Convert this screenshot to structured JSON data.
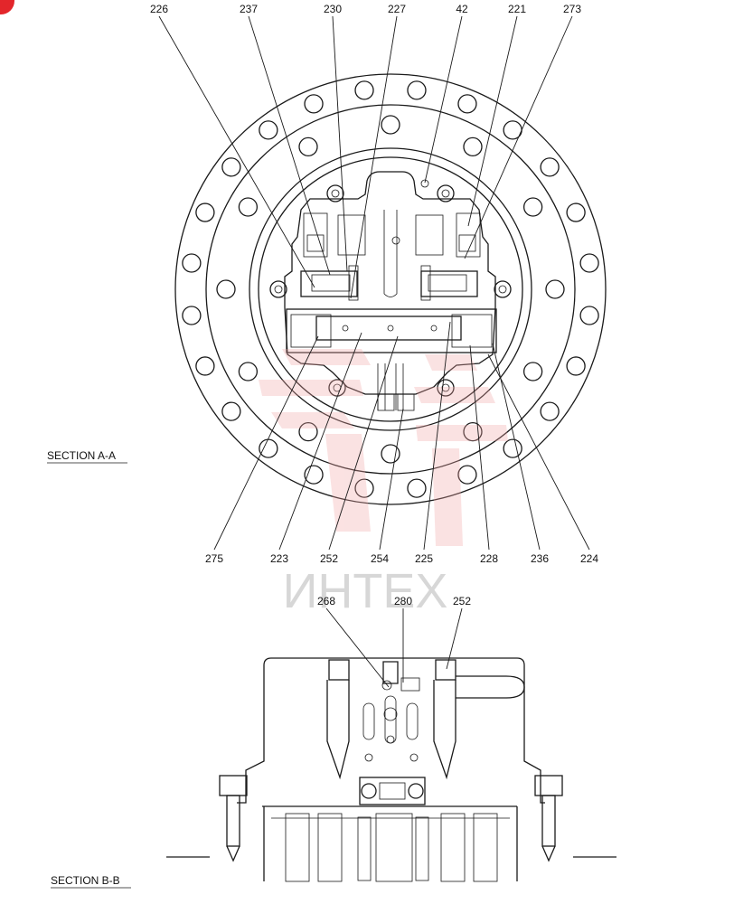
{
  "callouts_a": [
    "226",
    "237",
    "230",
    "227",
    "42",
    "221",
    "273",
    "275",
    "223",
    "252",
    "254",
    "225",
    "228",
    "236",
    "224"
  ],
  "callouts_b": [
    "268",
    "280",
    "252"
  ],
  "section_a_label": "SECTION  A-A",
  "section_b_label": "SECTION  B-B",
  "watermark_text": "ИНТЕХ",
  "colors": {
    "line": "#1a1a1a",
    "watermark": "#f2a6a6",
    "badge": "#e3262b"
  }
}
